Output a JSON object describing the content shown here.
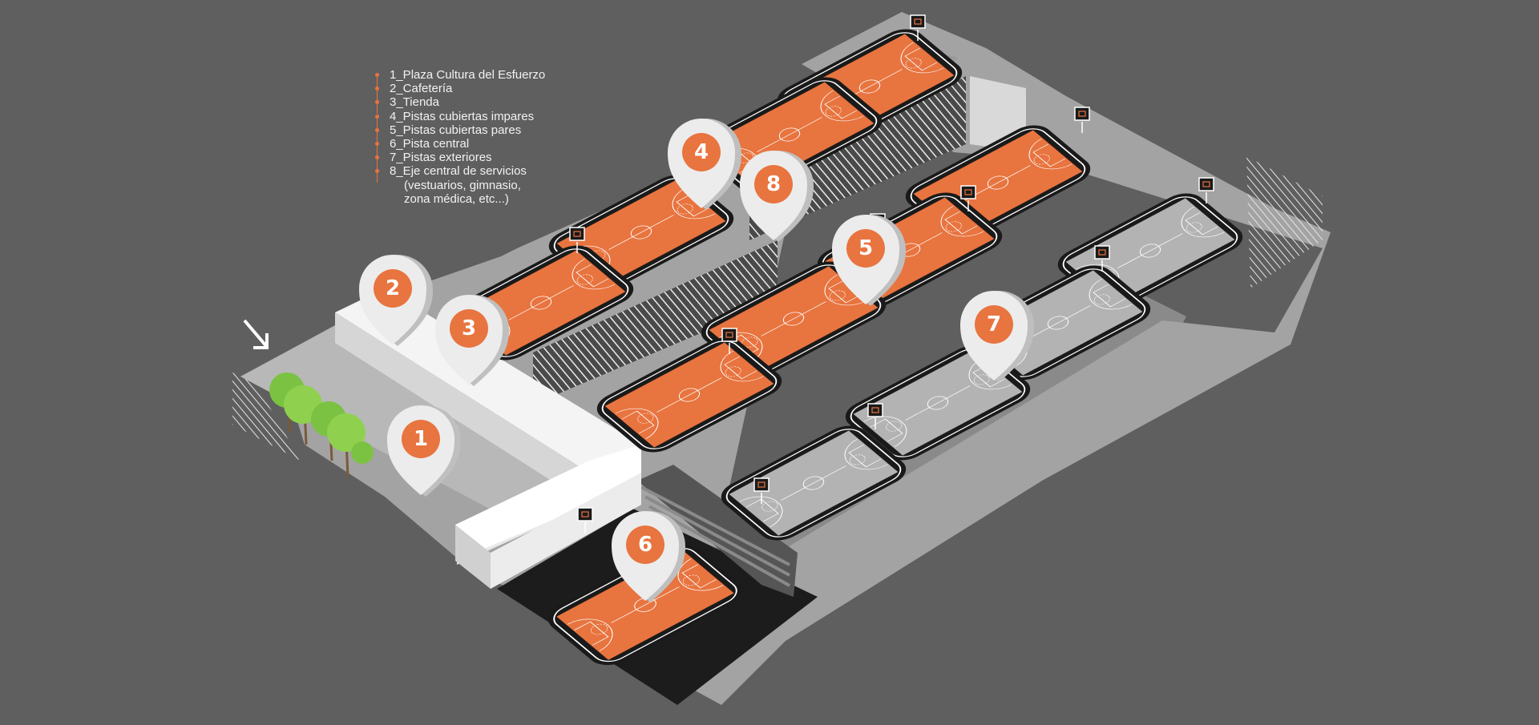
{
  "legend": {
    "items": [
      {
        "label": "1_Plaza Cultura del Esfuerzo"
      },
      {
        "label": "2_Cafetería"
      },
      {
        "label": "3_Tienda"
      },
      {
        "label": "4_Pistas cubiertas impares"
      },
      {
        "label": "5_Pistas cubiertas pares"
      },
      {
        "label": "6_Pista central"
      },
      {
        "label": "7_Pistas exteriores"
      },
      {
        "label": "8_Eje central de servicios"
      }
    ],
    "continuation": [
      "(vestuarios, gimnasio,",
      "zona médica, etc...)"
    ]
  },
  "pins": [
    {
      "number": "1"
    },
    {
      "number": "2"
    },
    {
      "number": "3"
    },
    {
      "number": "4"
    },
    {
      "number": "5"
    },
    {
      "number": "6"
    },
    {
      "number": "7"
    },
    {
      "number": "8"
    }
  ],
  "colors": {
    "background": "#5f5f5f",
    "court_orange": "#e8743f",
    "court_grey": "#b3b3b3",
    "court_border": "#1a1a1a",
    "platform": "#8f8f8f",
    "building": "#f2f2f2",
    "tree": "#7cc242",
    "pin_body": "#e6e6e6",
    "pin_circle": "#e8743f"
  }
}
